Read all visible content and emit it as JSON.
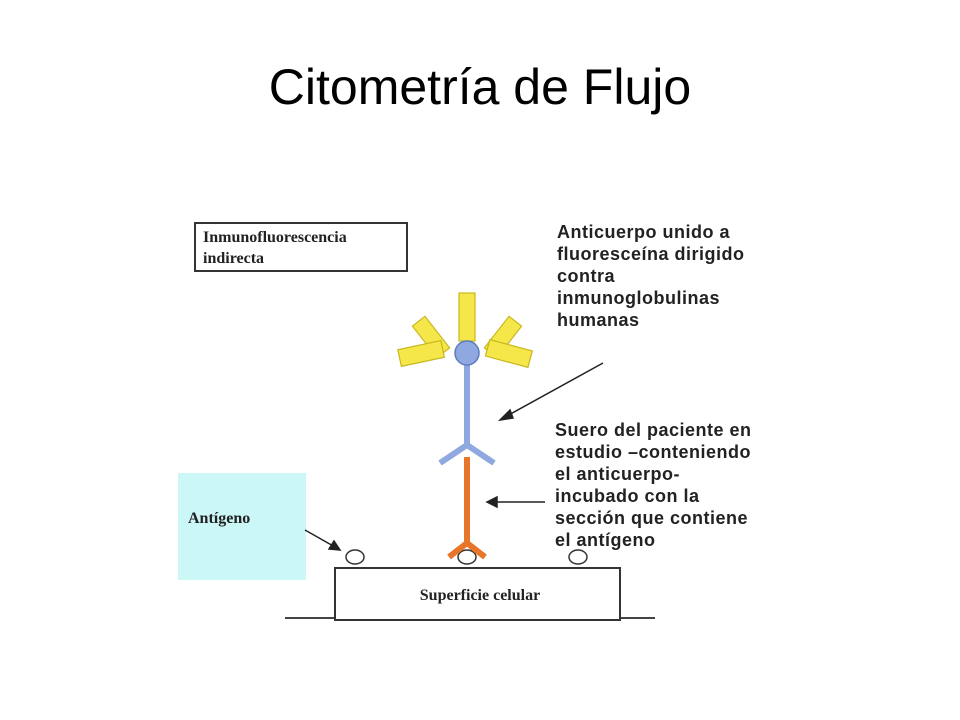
{
  "slide": {
    "title": "Citometría de Flujo"
  },
  "diagram": {
    "box_label": "Inmunofluorescencia\nindirecta",
    "top_annotation": "Anticuerpo unido a\nfluoresceína dirigido\ncontra\ninmunoglobulinas\nhumanas",
    "bottom_annotation": "Suero del paciente en\nestudio –conteniendo\nel anticuerpo-\nincubado con la\nsección que contiene\nel antígeno",
    "antigen_label": "Antígeno",
    "cell_surface_label": "Superficie celular",
    "colors": {
      "fluorescein": "#f5e64a",
      "secondary_antibody": "#8fa9e0",
      "primary_antibody": "#e8762a",
      "antigen_box": "#ccf7f7"
    }
  }
}
